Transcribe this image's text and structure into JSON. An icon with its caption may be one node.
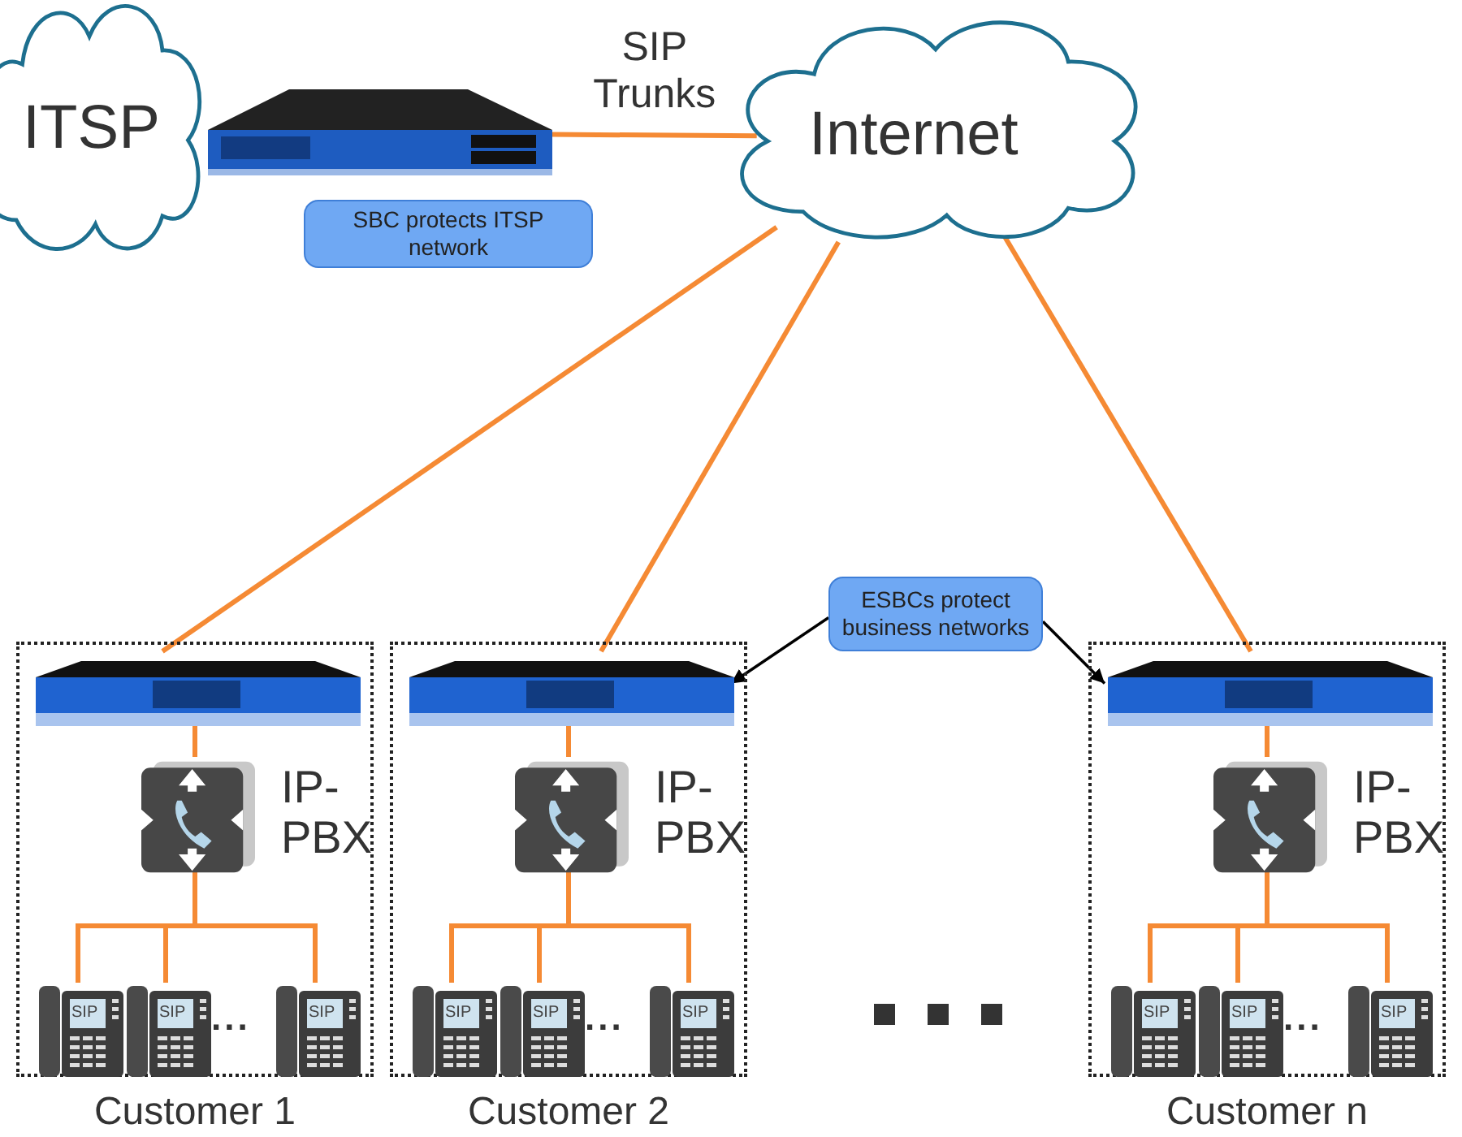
{
  "diagram": {
    "nodes": [
      {
        "text": [
          "ITSP"
        ]
      },
      {
        "text": [
          "Internet"
        ]
      },
      {
        "text": [],
        "shape": "picture"
      },
      {
        "text": [
          "SBC protects ITSP network"
        ]
      },
      {
        "text": [
          "Customer 1"
        ]
      },
      {
        "text": [],
        "shape": "picture",
        "in": 4
      },
      {
        "text": [
          "IP-PBX"
        ],
        "in": 4
      },
      {
        "text": [
          "SIP"
        ],
        "in": 4
      },
      {
        "text": [
          "SIP"
        ],
        "in": 4
      },
      {
        "text": [
          "SIP"
        ],
        "in": 4
      },
      {
        "text": [
          "Customer 2"
        ]
      },
      {
        "text": [],
        "shape": "picture",
        "in": 10
      },
      {
        "text": [
          "IP-PBX"
        ],
        "in": 10
      },
      {
        "text": [
          "SIP"
        ],
        "in": 10
      },
      {
        "text": [
          "SIP"
        ],
        "in": 10
      },
      {
        "text": [
          "SIP"
        ],
        "in": 10
      },
      {
        "text": [
          "Customer n"
        ]
      },
      {
        "text": [],
        "shape": "picture",
        "in": 16
      },
      {
        "text": [
          "IP-PBX"
        ],
        "in": 16
      },
      {
        "text": [
          "SIP"
        ],
        "in": 16
      },
      {
        "text": [
          "SIP"
        ],
        "in": 16
      },
      {
        "text": [
          "SIP"
        ],
        "in": 16
      },
      {
        "text": [
          "ESBCs protect business networks"
        ]
      }
    ],
    "edges": [
      {
        "from": 2,
        "to": 1,
        "arrow": "none",
        "label": "SIP Trunks"
      },
      {
        "from": 1,
        "to": 5,
        "arrow": "none"
      },
      {
        "from": 1,
        "to": 11,
        "arrow": "none"
      },
      {
        "from": 1,
        "to": 17,
        "arrow": "none"
      },
      {
        "from": 5,
        "to": 6,
        "arrow": "none"
      },
      {
        "from": 6,
        "to": 7,
        "arrow": "none"
      },
      {
        "from": 6,
        "to": 8,
        "arrow": "none"
      },
      {
        "from": 6,
        "to": 9,
        "arrow": "none"
      },
      {
        "from": 11,
        "to": 12,
        "arrow": "none"
      },
      {
        "from": 12,
        "to": 13,
        "arrow": "none"
      },
      {
        "from": 12,
        "to": 14,
        "arrow": "none"
      },
      {
        "from": 12,
        "to": 15,
        "arrow": "none"
      },
      {
        "from": 17,
        "to": 18,
        "arrow": "none"
      },
      {
        "from": 18,
        "to": 19,
        "arrow": "none"
      },
      {
        "from": 18,
        "to": 20,
        "arrow": "none"
      },
      {
        "from": 18,
        "to": 21,
        "arrow": "none"
      },
      {
        "from": 22,
        "to": 11,
        "arrow": "to",
        "color": "#000000"
      },
      {
        "from": 22,
        "to": 17,
        "arrow": "to",
        "color": "#000000"
      }
    ],
    "labels": [
      "...",
      "...",
      "..."
    ]
  }
}
